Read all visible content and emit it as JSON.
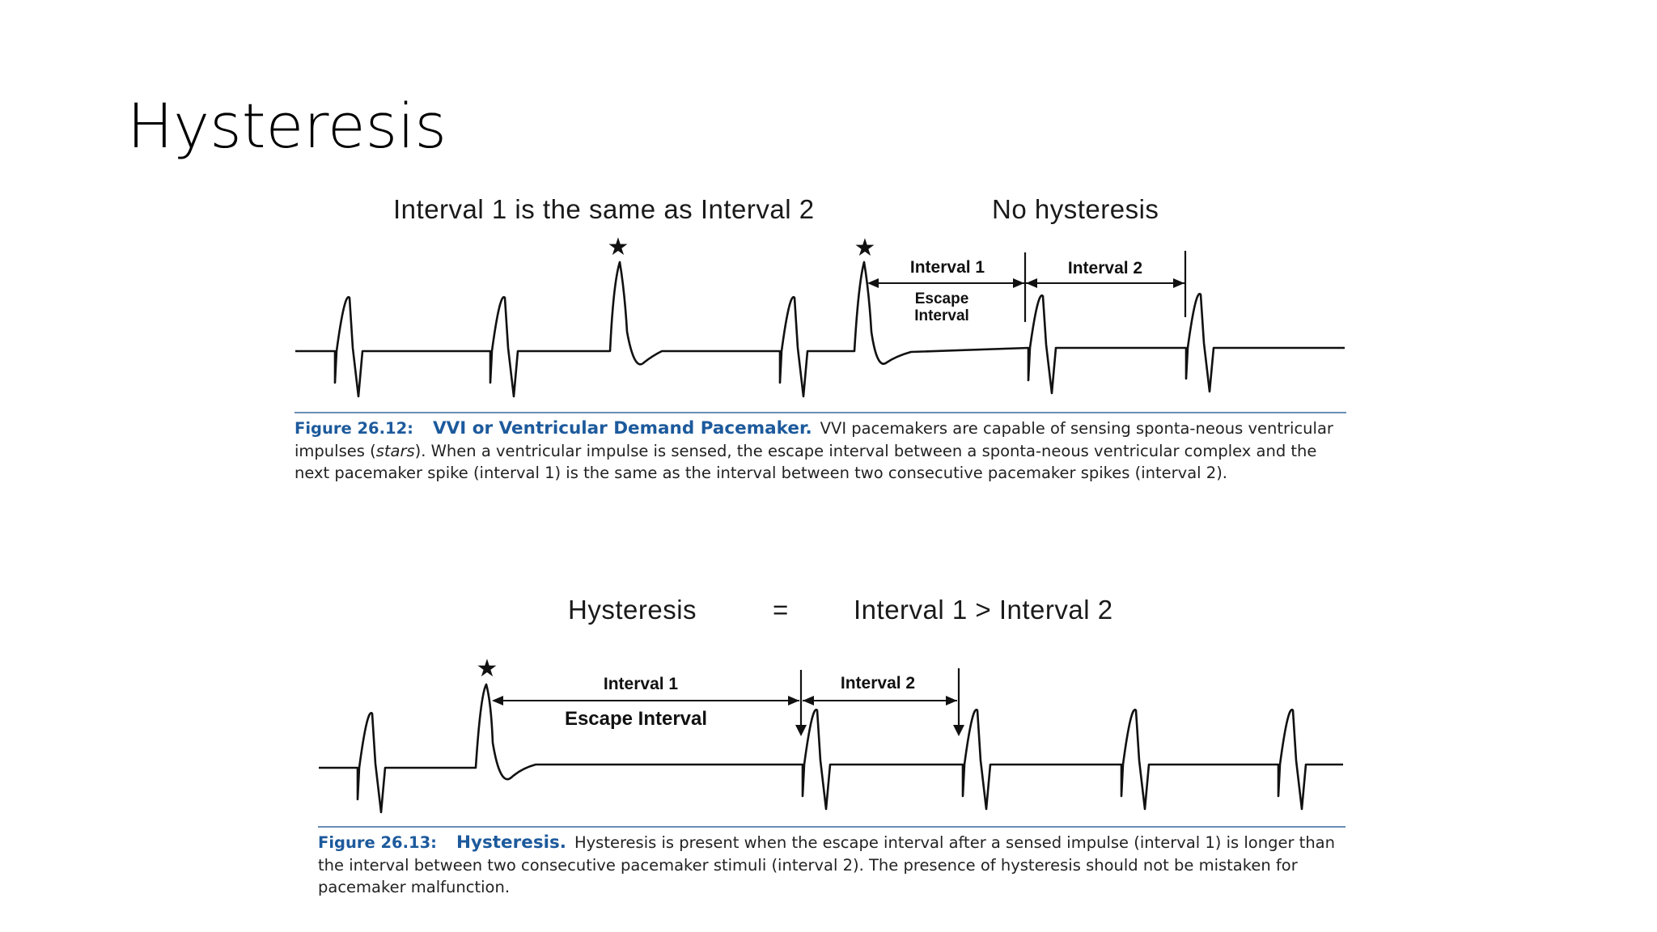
{
  "slide": {
    "title": "Hysteresis"
  },
  "figure1": {
    "heading_left": "Interval 1 is the same as Interval 2",
    "heading_right": "No hysteresis",
    "labels": {
      "interval1": "Interval 1",
      "escape_line1": "Escape",
      "escape_line2": "Interval",
      "interval2": "Interval 2"
    },
    "star_symbol": "★",
    "caption": {
      "number": "Figure 26.12:",
      "title": "VVI or Ventricular Demand Pacemaker.",
      "text_before_italic": "VVI pacemakers are capable of sensing sponta-neous ventricular impulses (",
      "italic": "stars",
      "text_after_italic": "). When a ventricular impulse is sensed, the escape interval between a sponta-neous ventricular complex and the next pacemaker spike (interval 1) is the same as the interval between two consecutive pacemaker spikes (interval 2)."
    }
  },
  "figure2": {
    "heading_left": "Hysteresis",
    "heading_eq": "=",
    "heading_right": "Interval 1 > Interval 2",
    "labels": {
      "interval1": "Interval 1",
      "escape": "Escape Interval",
      "interval2": "Interval 2"
    },
    "star_symbol": "★",
    "caption": {
      "number": "Figure 26.13:",
      "title": "Hysteresis.",
      "text": "Hysteresis is present when the escape interval after a sensed impulse (interval 1) is longer than the interval between two consecutive pacemaker stimuli (interval 2). The presence of hysteresis should not be mistaken for pacemaker malfunction."
    }
  },
  "colors": {
    "caption_accent": "#1d5a9c",
    "caption_rule": "#6a8db5",
    "trace": "#111111"
  }
}
